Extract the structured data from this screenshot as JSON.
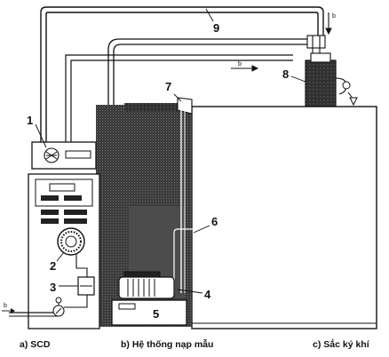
{
  "callouts": [
    "1",
    "2",
    "3",
    "4",
    "5",
    "6",
    "7",
    "8",
    "9"
  ],
  "flow_markers": [
    "b",
    "b",
    "b"
  ],
  "captions": {
    "scd": "a) SCD",
    "sampling": "b) Hệ thống nạp mẫu",
    "gc": "c) Sắc ký khí"
  }
}
